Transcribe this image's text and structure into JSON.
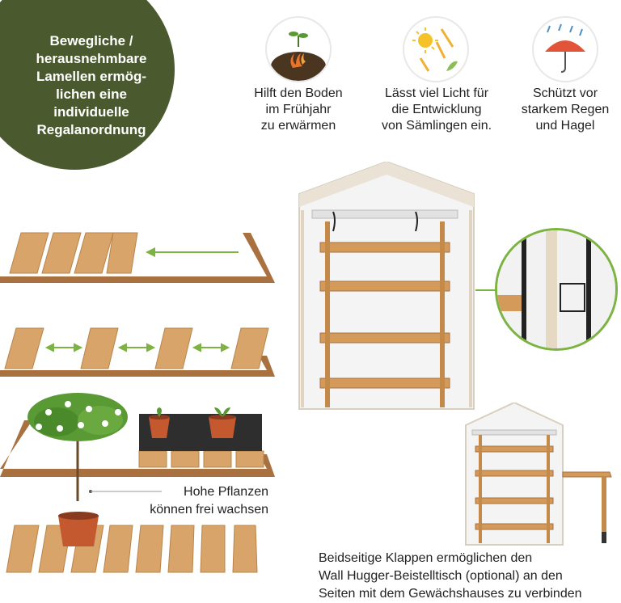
{
  "badge": {
    "lines": [
      "Bewegliche /",
      "herausnehmbare",
      "Lamellen ermög-",
      "lichen eine",
      "individuelle",
      "Regalanordnung"
    ]
  },
  "features": [
    {
      "icon": "soil-warming-icon",
      "lines": [
        "Hilft den Boden",
        "im Frühjahr",
        "zu erwärmen"
      ]
    },
    {
      "icon": "sun-light-icon",
      "lines": [
        "Lässt viel Licht für",
        "die Entwicklung",
        "von Sämlingen ein."
      ]
    },
    {
      "icon": "umbrella-rain-icon",
      "lines": [
        "Schützt vor",
        "starkem Regen",
        "und Hagel"
      ]
    }
  ],
  "plant_caption": {
    "lines": [
      "Hohe Pflanzen",
      "können frei wachsen"
    ]
  },
  "side_table_caption": {
    "lines": [
      "Beidseitige Klappen ermöglichen den",
      "Wall Hugger-Beistelltisch (optional) an den",
      "Seiten mit dem Gewächshauses zu verbinden"
    ]
  },
  "colors": {
    "badge": "#4a5a2e",
    "wood": "#d9a46a",
    "frame_wood": "#a8713f",
    "accent_green": "#7cb342"
  }
}
